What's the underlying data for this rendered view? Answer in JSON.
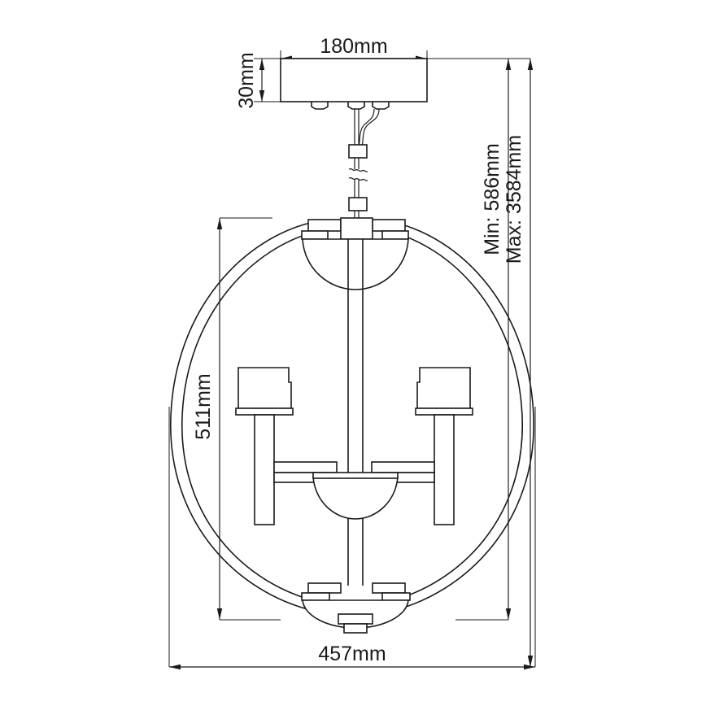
{
  "drawing": {
    "title": "Pendant light fixture dimensioned elevation drawing",
    "background_color": "#ffffff",
    "line_color": "#1a1a1a",
    "dimensions": {
      "canopy_width": {
        "label": "180mm",
        "name": "canopy-width",
        "orientation": "horizontal",
        "position": "top"
      },
      "canopy_height": {
        "label": "30mm",
        "name": "canopy-height",
        "orientation": "vertical",
        "position": "top-left"
      },
      "min_drop": {
        "label": "Min: 586mm",
        "name": "minimum-drop-height",
        "orientation": "vertical",
        "position": "right-inner"
      },
      "max_drop": {
        "label": "Max: 3584mm",
        "name": "maximum-drop-height",
        "orientation": "vertical",
        "position": "right-outer"
      },
      "body_height": {
        "label": "511mm",
        "name": "body-height",
        "orientation": "vertical",
        "position": "left"
      },
      "body_width": {
        "label": "457mm",
        "name": "body-width",
        "orientation": "horizontal",
        "position": "bottom"
      }
    },
    "parts": {
      "ceiling_plate": "ceiling-mount-plate",
      "suspension_rod": "suspension-rod",
      "wire_loop": "electrical-wire-loop",
      "break_symbol": "rod-break-symbol",
      "rod_connectors": "rod-connector-blocks",
      "outer_ring_front": "outer-orb-ring-front",
      "outer_ring_back": "outer-orb-ring-back",
      "top_bowl": "top-diffuser-bowl",
      "bottom_bowl": "bottom-diffuser-bowl",
      "center_bowl": "center-diffuser-bowl",
      "center_column": "center-column",
      "left_candle_shade": "left-candle-shade",
      "right_candle_shade": "right-candle-shade",
      "left_candle_stem": "left-candle-stem",
      "right_candle_stem": "right-candle-stem",
      "left_arm": "left-support-arm",
      "right_arm": "right-support-arm",
      "finial": "bottom-finial",
      "ring_mounts": "ring-mount-brackets"
    }
  }
}
